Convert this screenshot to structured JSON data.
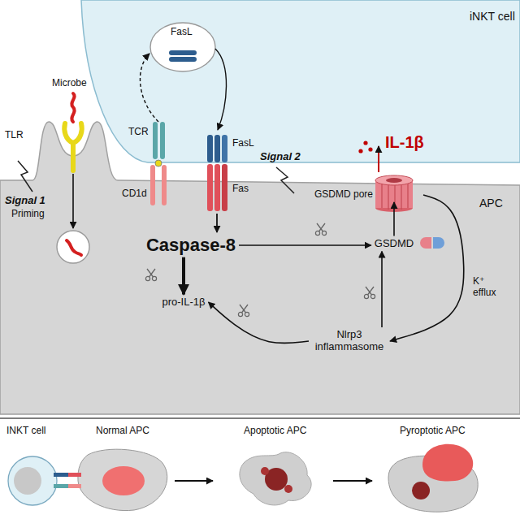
{
  "diagram": {
    "nodes": [
      {
        "text": [
          "iNKT cell"
        ]
      },
      {
        "text": [
          "APC"
        ]
      },
      {
        "text": [
          "Caspase-8"
        ],
        "in": 1
      },
      {
        "text": [
          "pro-IL-1β"
        ],
        "in": 1
      },
      {
        "text": [
          "GSDMD"
        ],
        "in": 1
      },
      {
        "text": [
          "GSDMD pore"
        ],
        "in": 1
      },
      {
        "text": [
          "Nlrp3 inflammasome"
        ],
        "in": 1
      }
    ],
    "edges": [
      {
        "from": 2,
        "to": 4,
        "arrow": "to"
      },
      {
        "from": 2,
        "to": 3,
        "arrow": "to"
      },
      {
        "from": 4,
        "to": 5,
        "arrow": "to"
      },
      {
        "from": 5,
        "to": 6,
        "label": "K⁺ efflux",
        "arrow": "to"
      },
      {
        "from": 6,
        "to": 4,
        "arrow": "to"
      },
      {
        "from": 6,
        "to": 3,
        "arrow": "to"
      }
    ],
    "labels": [
      "FasL",
      "TCR",
      "CD1d",
      "FasL",
      "Fas",
      "Signal 2",
      "Microbe",
      "TLR",
      "Signal 1",
      "Priming",
      "IL-1β",
      "INKT cell",
      "Normal APC",
      "Apoptotic APC",
      "Pyroptotic APC"
    ]
  }
}
